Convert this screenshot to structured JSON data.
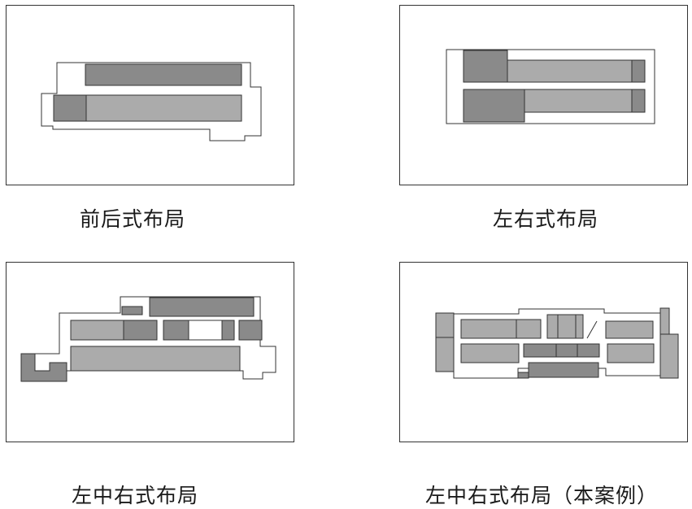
{
  "colors": {
    "outline": "#333333",
    "dark_block": "#8a8a8a",
    "light_block": "#ababab",
    "background": "#ffffff"
  },
  "panels": [
    {
      "caption": "前后式布局"
    },
    {
      "caption": "左右式布局"
    },
    {
      "caption": "左中右式布局"
    },
    {
      "caption": "左中右式布局（本案例）"
    }
  ]
}
